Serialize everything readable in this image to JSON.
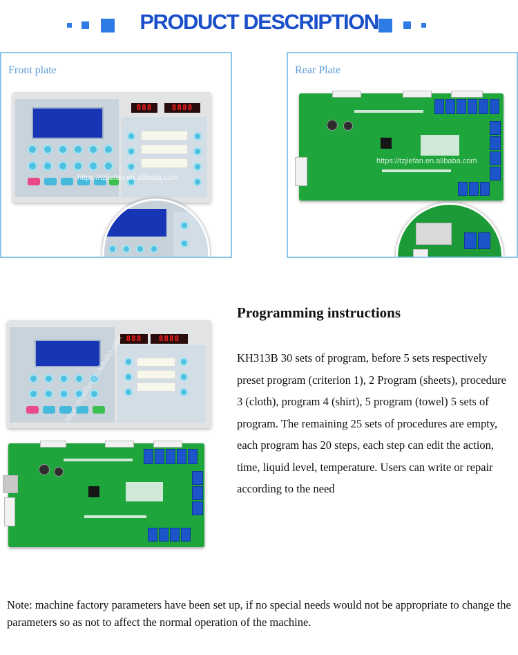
{
  "header": {
    "title": "PRODUCT DESCRIPTION",
    "accent_color": "#1a4fc9",
    "decor_color": "#2e7be6"
  },
  "panels": {
    "front": {
      "label": "Front plate",
      "watermark": "https://tzjiefan.en.alibaba.com",
      "display_left": "888",
      "display_right": "8888"
    },
    "rear": {
      "label": "Rear Plate",
      "watermark": "https://tzjiefan.en.alibaba.com"
    },
    "frame_color": "#8bc6e8",
    "label_color": "#5b9bd6"
  },
  "lower_photo": {
    "display_left": "888",
    "display_right": "8888",
    "watermark": "https://tzjiefan.en.alibaba.com"
  },
  "programming": {
    "title": "Programming instructions",
    "body": "KH313B 30 sets of program, before 5 sets respectively preset program (criterion 1), 2 Program (sheets), procedure 3 (cloth), program 4 (shirt), 5 program (towel) 5 sets of program. The remaining 25 sets of procedures are empty, each program has 20 steps, each step can edit the action, time, liquid level, temperature. Users can write or repair according to the need"
  },
  "note": "Note: machine factory parameters have been set up, if no special needs would not be appropriate to change the parameters so as not to affect the normal operation of the machine."
}
